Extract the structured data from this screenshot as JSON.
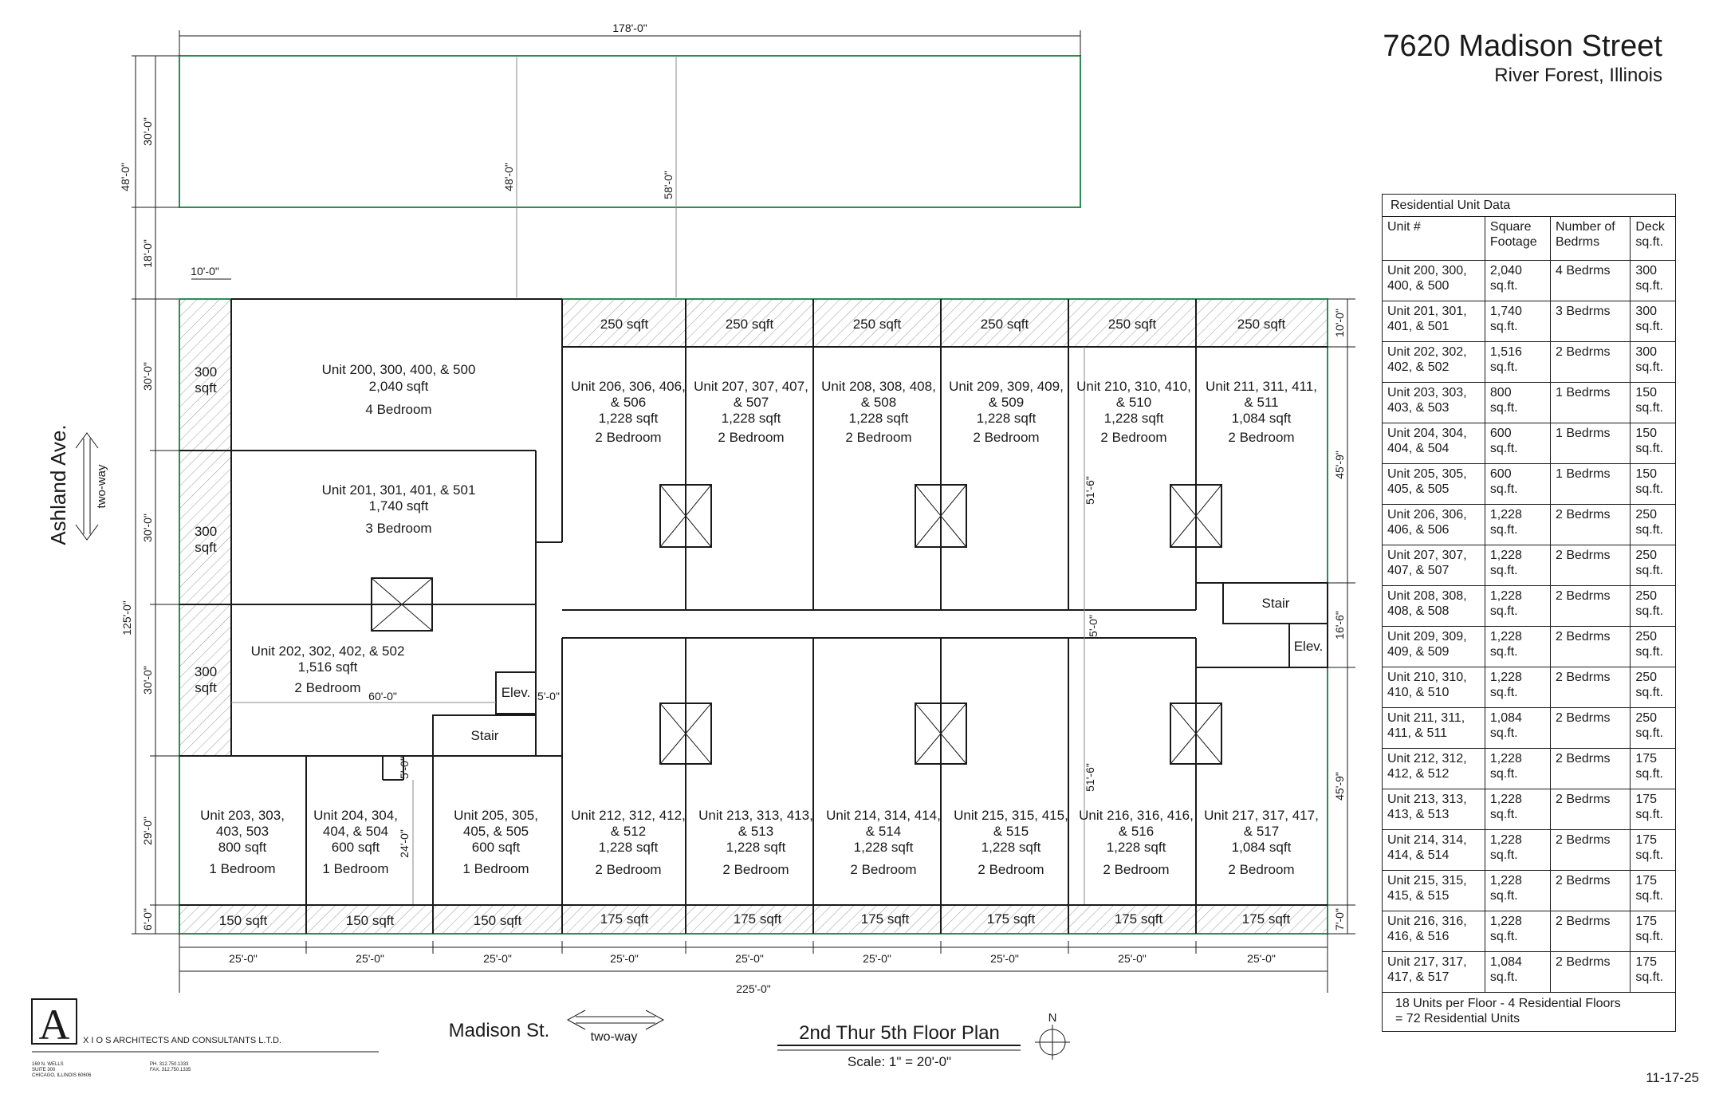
{
  "title": {
    "main": "7620 Madison Street",
    "sub": "River Forest, Illinois"
  },
  "drawing": {
    "name": "2nd Thur 5th Floor Plan",
    "scale": "Scale: 1\" = 20'-0\"",
    "north": "N",
    "date": "11-17-25"
  },
  "streets": {
    "west": "Ashland Ave.",
    "west_flow": "two-way",
    "south": "Madison St.",
    "south_flow": "two-way"
  },
  "architect": {
    "logo_letter": "A",
    "name": "X I O S   ARCHITECTS AND CONSULTANTS L.T.D.",
    "address1": "169 N. WELLS",
    "address2": "SUITE 300",
    "address3": "CHICAGO, ILLINOIS 60606",
    "phone": "PH. 312.750.1333",
    "fax": "FAX. 312.750.1335"
  },
  "dimensions": {
    "top_overall": "178'-0\"",
    "west_upper": "48'-0\"",
    "west_upper_a": "30'-0\"",
    "west_upper_b": "18'-0\"",
    "mid_a": "48'-0\"",
    "mid_b": "58'-0\"",
    "setback": "10'-0\"",
    "west_1": "30'-0\"",
    "west_2": "30'-0\"",
    "west_3": "30'-0\"",
    "west_4": "29'-0\"",
    "west_5": "6'-0\"",
    "west_total": "125'-0\"",
    "east_1": "10'-0\"",
    "east_2": "45'-9\"",
    "east_3": "16'-6\"",
    "east_4": "45'-9\"",
    "east_5": "7'-0\"",
    "bays": [
      "25'-0\"",
      "25'-0\"",
      "25'-0\"",
      "25'-0\"",
      "25'-0\"",
      "25'-0\"",
      "25'-0\"",
      "25'-0\"",
      "25'-0\""
    ],
    "bottom_overall": "225'-0\"",
    "inner_60": "60'-0\"",
    "inner_5a": "5'-0\"",
    "inner_5b": "5'-0\"",
    "inner_24": "24'-0\"",
    "corridor_5": "5'-0\"",
    "north_51": "51'-6\"",
    "south_51": "51'-6\""
  },
  "west_decks": [
    "300",
    "300",
    "300"
  ],
  "west_deck_unit": "sqft",
  "north_decks": [
    "250 sqft",
    "250 sqft",
    "250 sqft",
    "250 sqft",
    "250 sqft",
    "250 sqft"
  ],
  "south_decks": [
    "150 sqft",
    "150 sqft",
    "150 sqft",
    "175 sqft",
    "175 sqft",
    "175 sqft",
    "175 sqft",
    "175 sqft",
    "175 sqft"
  ],
  "units_west": [
    {
      "l1": "Unit 200, 300, 400, & 500",
      "l2": "2,040 sqft",
      "l3": "4 Bedroom"
    },
    {
      "l1": "Unit 201, 301, 401, & 501",
      "l2": "1,740 sqft",
      "l3": "3 Bedroom"
    },
    {
      "l1": "Unit 202, 302, 402, & 502",
      "l2": "1,516 sqft",
      "l3": "2 Bedroom"
    }
  ],
  "units_north": [
    {
      "l1": "Unit 206, 306, 406,",
      "l2": "& 506",
      "l3": "1,228 sqft",
      "l4": "2 Bedroom"
    },
    {
      "l1": "Unit 207, 307, 407,",
      "l2": "& 507",
      "l3": "1,228 sqft",
      "l4": "2 Bedroom"
    },
    {
      "l1": "Unit 208, 308, 408,",
      "l2": "& 508",
      "l3": "1,228 sqft",
      "l4": "2 Bedroom"
    },
    {
      "l1": "Unit 209, 309, 409,",
      "l2": "& 509",
      "l3": "1,228 sqft",
      "l4": "2 Bedroom"
    },
    {
      "l1": "Unit 210, 310, 410,",
      "l2": "& 510",
      "l3": "1,228 sqft",
      "l4": "2 Bedroom"
    },
    {
      "l1": "Unit 211, 311, 411,",
      "l2": "& 511",
      "l3": "1,084 sqft",
      "l4": "2 Bedroom"
    }
  ],
  "units_small": [
    {
      "l1": "Unit 203, 303,",
      "l2": "403, 503",
      "l3": "800 sqft",
      "l4": "1 Bedroom"
    },
    {
      "l1": "Unit 204, 304,",
      "l2": "404, & 504",
      "l3": "600 sqft",
      "l4": "1 Bedroom"
    },
    {
      "l1": "Unit 205, 305,",
      "l2": "405, & 505",
      "l3": "600 sqft",
      "l4": "1 Bedroom"
    }
  ],
  "units_south": [
    {
      "l1": "Unit 212, 312, 412,",
      "l2": "& 512",
      "l3": "1,228 sqft",
      "l4": "2 Bedroom"
    },
    {
      "l1": "Unit 213, 313, 413,",
      "l2": "& 513",
      "l3": "1,228 sqft",
      "l4": "2 Bedroom"
    },
    {
      "l1": "Unit 214, 314, 414,",
      "l2": "& 514",
      "l3": "1,228 sqft",
      "l4": "2 Bedroom"
    },
    {
      "l1": "Unit 215, 315, 415,",
      "l2": "& 515",
      "l3": "1,228 sqft",
      "l4": "2 Bedroom"
    },
    {
      "l1": "Unit 216, 316, 416,",
      "l2": "& 516",
      "l3": "1,228 sqft",
      "l4": "2 Bedroom"
    },
    {
      "l1": "Unit 217, 317, 417,",
      "l2": "& 517",
      "l3": "1,084 sqft",
      "l4": "2 Bedroom"
    }
  ],
  "cores": {
    "stair_west": "Stair",
    "elev_west": "Elev.",
    "stair_east": "Stair",
    "elev_east": "Elev."
  },
  "table": {
    "title": "Residential Unit Data",
    "headers": [
      [
        "Unit #"
      ],
      [
        "Square",
        "Footage"
      ],
      [
        "Number of",
        "Bedrms"
      ],
      [
        "Deck",
        "sq.ft."
      ]
    ],
    "rows": [
      [
        [
          "Unit 200, 300,",
          "400, & 500"
        ],
        [
          "2,040",
          "sq.ft."
        ],
        [
          "4 Bedrms"
        ],
        [
          "300",
          "sq.ft."
        ]
      ],
      [
        [
          "Unit 201, 301,",
          "401, & 501"
        ],
        [
          "1,740",
          "sq.ft."
        ],
        [
          "3 Bedrms"
        ],
        [
          "300",
          "sq.ft."
        ]
      ],
      [
        [
          "Unit 202, 302,",
          "402, & 502"
        ],
        [
          "1,516",
          "sq.ft."
        ],
        [
          "2 Bedrms"
        ],
        [
          "300",
          "sq.ft."
        ]
      ],
      [
        [
          "Unit 203, 303,",
          "403, & 503"
        ],
        [
          "800",
          "sq.ft."
        ],
        [
          "1 Bedrms"
        ],
        [
          "150",
          "sq.ft."
        ]
      ],
      [
        [
          "Unit 204, 304,",
          "404, & 504"
        ],
        [
          "600",
          "sq.ft."
        ],
        [
          "1 Bedrms"
        ],
        [
          "150",
          "sq.ft."
        ]
      ],
      [
        [
          "Unit 205, 305,",
          "405, & 505"
        ],
        [
          "600",
          "sq.ft."
        ],
        [
          "1 Bedrms"
        ],
        [
          "150",
          "sq.ft."
        ]
      ],
      [
        [
          "Unit 206, 306,",
          "406, & 506"
        ],
        [
          "1,228",
          "sq.ft."
        ],
        [
          "2 Bedrms"
        ],
        [
          "250",
          "sq.ft."
        ]
      ],
      [
        [
          "Unit 207, 307,",
          "407, & 507"
        ],
        [
          "1,228",
          "sq.ft."
        ],
        [
          "2 Bedrms"
        ],
        [
          "250",
          "sq.ft."
        ]
      ],
      [
        [
          "Unit 208, 308,",
          "408, & 508"
        ],
        [
          "1,228",
          "sq.ft."
        ],
        [
          "2 Bedrms"
        ],
        [
          "250",
          "sq.ft."
        ]
      ],
      [
        [
          "Unit 209, 309,",
          "409, & 509"
        ],
        [
          "1,228",
          "sq.ft."
        ],
        [
          "2 Bedrms"
        ],
        [
          "250",
          "sq.ft."
        ]
      ],
      [
        [
          "Unit 210, 310,",
          "410, & 510"
        ],
        [
          "1,228",
          "sq.ft."
        ],
        [
          "2 Bedrms"
        ],
        [
          "250",
          "sq.ft."
        ]
      ],
      [
        [
          "Unit 211, 311,",
          "411, & 511"
        ],
        [
          "1,084",
          "sq.ft."
        ],
        [
          "2 Bedrms"
        ],
        [
          "250",
          "sq.ft."
        ]
      ],
      [
        [
          "Unit 212, 312,",
          "412, & 512"
        ],
        [
          "1,228",
          "sq.ft."
        ],
        [
          "2 Bedrms"
        ],
        [
          "175",
          "sq.ft."
        ]
      ],
      [
        [
          "Unit 213, 313,",
          "413, & 513"
        ],
        [
          "1,228",
          "sq.ft."
        ],
        [
          "2 Bedrms"
        ],
        [
          "175",
          "sq.ft."
        ]
      ],
      [
        [
          "Unit 214, 314,",
          "414, & 514"
        ],
        [
          "1,228",
          "sq.ft."
        ],
        [
          "2 Bedrms"
        ],
        [
          "175",
          "sq.ft."
        ]
      ],
      [
        [
          "Unit 215, 315,",
          "415, & 515"
        ],
        [
          "1,228",
          "sq.ft."
        ],
        [
          "2 Bedrms"
        ],
        [
          "175",
          "sq.ft."
        ]
      ],
      [
        [
          "Unit 216, 316,",
          "416, & 516"
        ],
        [
          "1,228",
          "sq.ft."
        ],
        [
          "2 Bedrms"
        ],
        [
          "175",
          "sq.ft."
        ]
      ],
      [
        [
          "Unit 217, 317,",
          "417, & 517"
        ],
        [
          "1,084",
          "sq.ft."
        ],
        [
          "2 Bedrms"
        ],
        [
          "175",
          "sq.ft."
        ]
      ]
    ],
    "footer": [
      "18 Units per Floor - 4 Residential Floors",
      "= 72 Residential Units"
    ]
  }
}
